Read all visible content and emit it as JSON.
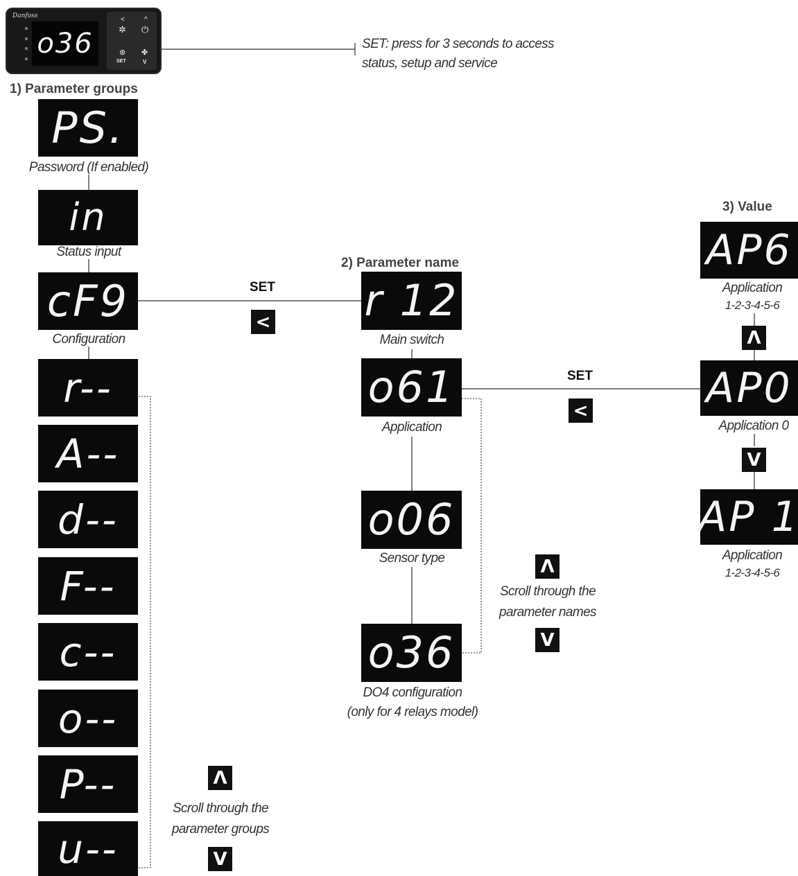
{
  "controller": {
    "brand": "Danfoss",
    "display_value": "o36",
    "set_label": "SET",
    "note_line1": "SET: press for 3 seconds to access",
    "note_line2": "status, setup and service"
  },
  "headers": {
    "groups": "1) Parameter groups",
    "names": "2) Parameter name",
    "value": "3) Value"
  },
  "set_label": "SET",
  "arrows": {
    "up": "Λ",
    "down": "V",
    "left": "<"
  },
  "groups": [
    {
      "display": "PS.",
      "caption": "Password (If enabled)"
    },
    {
      "display": "in",
      "caption": "Status input"
    },
    {
      "display": "cF9",
      "caption": "Configuration"
    },
    {
      "display": "r--",
      "caption": ""
    },
    {
      "display": "A--",
      "caption": ""
    },
    {
      "display": "d--",
      "caption": ""
    },
    {
      "display": "F--",
      "caption": ""
    },
    {
      "display": "c--",
      "caption": ""
    },
    {
      "display": "o--",
      "caption": ""
    },
    {
      "display": "P--",
      "caption": ""
    },
    {
      "display": "u--",
      "caption": ""
    }
  ],
  "groups_scroll": {
    "line1": "Scroll through the",
    "line2": "parameter groups"
  },
  "params": [
    {
      "display": "r 12",
      "caption": "Main switch"
    },
    {
      "display": "o61",
      "caption": "Application"
    },
    {
      "display": "o06",
      "caption": "Sensor type"
    },
    {
      "display": "o36",
      "caption": "DO4 configuration",
      "caption2": "(only for 4 relays model)"
    }
  ],
  "params_scroll": {
    "line1": "Scroll through the",
    "line2": "parameter names"
  },
  "values": [
    {
      "display": "AP6",
      "caption": "Application",
      "caption2": "1-2-3-4-5-6"
    },
    {
      "display": "AP0",
      "caption": "Application 0"
    },
    {
      "display": "AP 1",
      "caption": "Application",
      "caption2": "1-2-3-4-5-6"
    }
  ]
}
